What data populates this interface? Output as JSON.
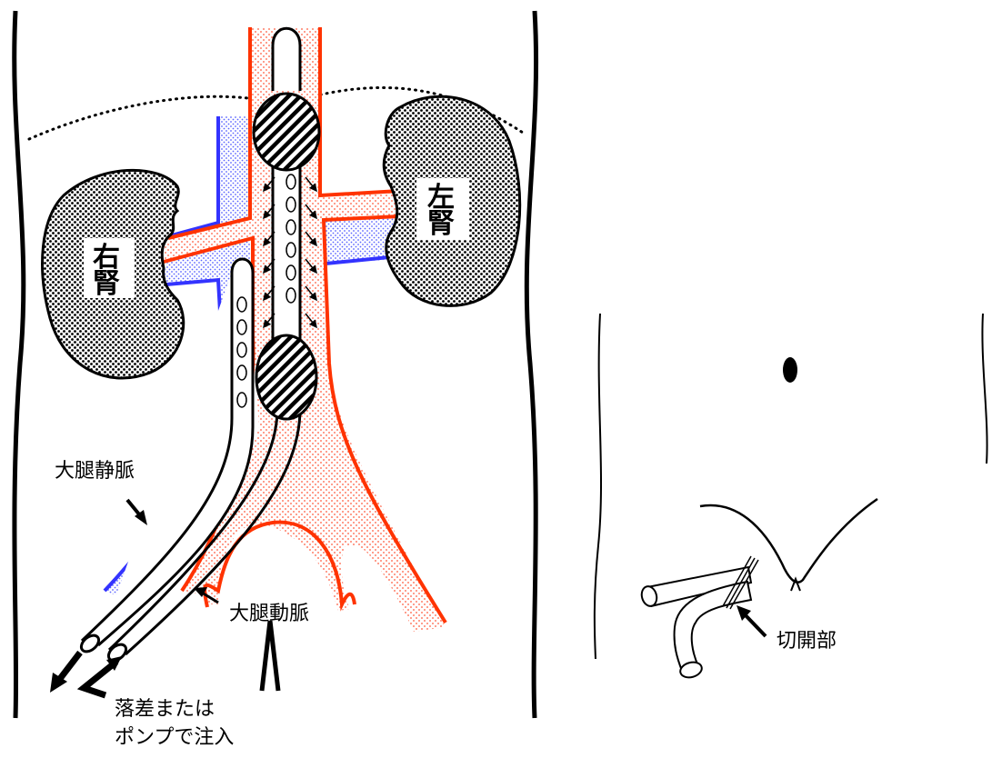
{
  "diagram": {
    "labels": {
      "right_kidney_1": "右",
      "right_kidney_2": "腎",
      "left_kidney_1": "左",
      "left_kidney_2": "腎",
      "femoral_vein": "大腿静脈",
      "femoral_artery": "大腿動脈",
      "infusion_1": "落差または",
      "infusion_2": "ポンプで注入",
      "incision": "切開部"
    },
    "colors": {
      "artery": "#ff3300",
      "vein": "#3333ff",
      "artery_fill": "#ffb399",
      "vein_fill": "#aab4ff",
      "outline": "#000000"
    }
  }
}
